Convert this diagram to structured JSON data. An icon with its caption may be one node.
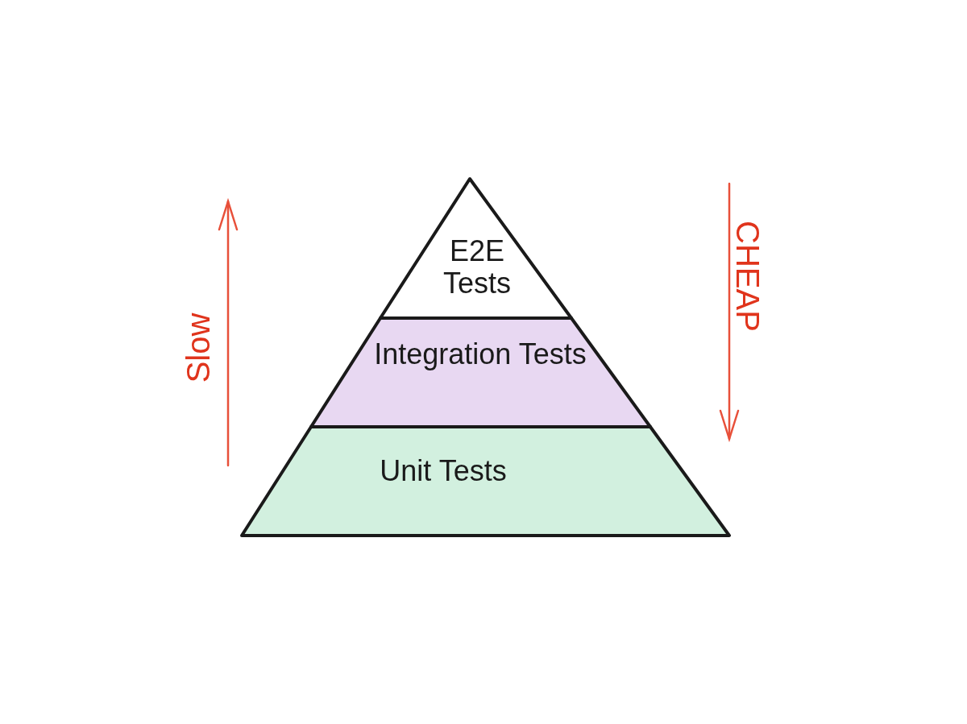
{
  "diagram": {
    "nodes": [
      {
        "text": [
          "E2E Tests"
        ]
      },
      {
        "text": [
          "Integration Tests"
        ]
      },
      {
        "text": [
          "Unit Tests"
        ]
      }
    ],
    "edges": [],
    "labels": [
      "Slow",
      "CHEAP"
    ]
  }
}
